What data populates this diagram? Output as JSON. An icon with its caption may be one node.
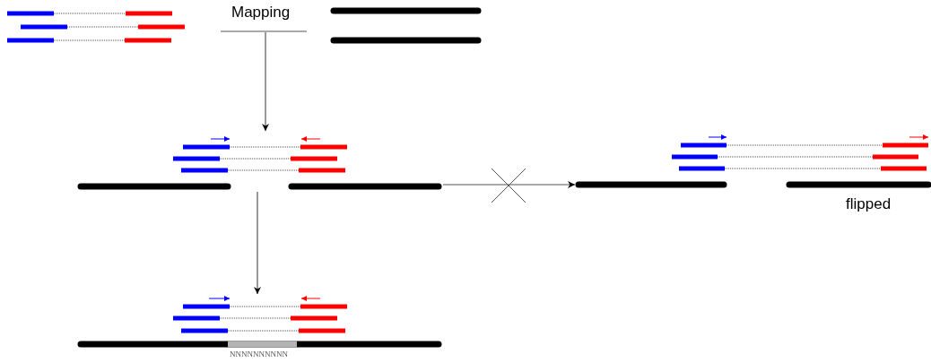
{
  "diagram": {
    "nodes": [
      {
        "text": [],
        "shape": "picture"
      },
      {
        "text": [],
        "shape": "picture"
      },
      {
        "text": [],
        "shape": "picture"
      },
      {
        "text": [],
        "shape": "picture",
        "beside": [
          "flipped"
        ]
      },
      {
        "text": [],
        "shape": "picture",
        "beside": [
          "NNNNNNNNNN"
        ]
      }
    ],
    "edges": [
      {
        "from": null,
        "to": 2,
        "arrow": "to",
        "label": "Mapping"
      },
      {
        "from": 2,
        "to": 4,
        "arrow": "to"
      },
      {
        "from": 2,
        "to": 3,
        "arrow": "to"
      }
    ]
  }
}
